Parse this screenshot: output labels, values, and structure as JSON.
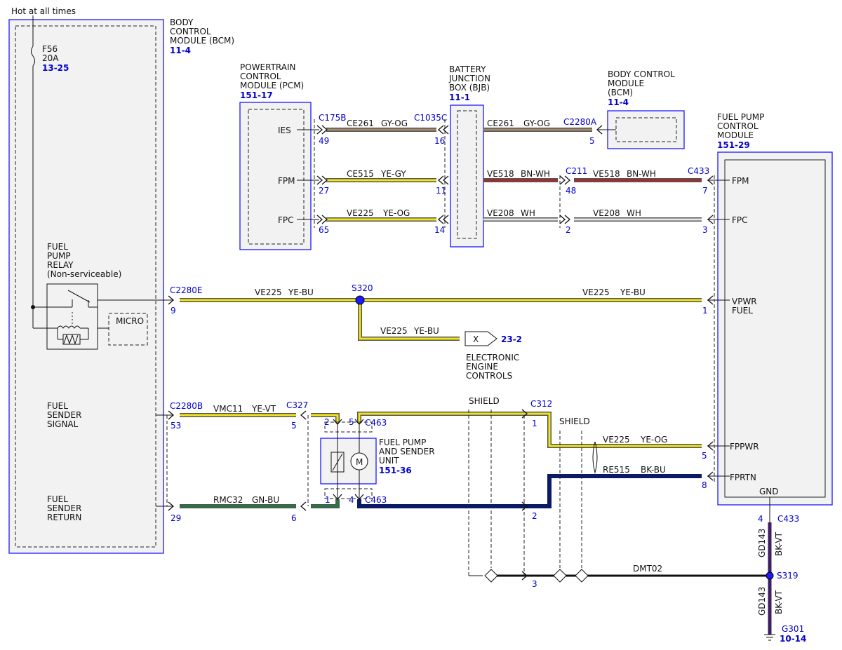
{
  "header": {
    "hot_label": "Hot at all times"
  },
  "modules": {
    "bcm_left": {
      "name_lines": [
        "BODY",
        "CONTROL",
        "MODULE (BCM)"
      ],
      "ref": "11-4"
    },
    "pcm": {
      "name_lines": [
        "POWERTRAIN",
        "CONTROL",
        "MODULE (PCM)"
      ],
      "ref": "151-17",
      "pins": [
        "IES",
        "FPM",
        "FPC"
      ]
    },
    "bjb": {
      "name_lines": [
        "BATTERY",
        "JUNCTION",
        "BOX (BJB)"
      ],
      "ref": "11-1"
    },
    "bcm_right": {
      "name_lines": [
        "BODY CONTROL",
        "MODULE",
        "(BCM)"
      ],
      "ref": "11-4"
    },
    "fpcm": {
      "name_lines": [
        "FUEL PUMP",
        "CONTROL",
        "MODULE"
      ],
      "ref": "151-29",
      "pins": [
        "FPM",
        "FPC",
        "VPWR",
        "FUEL",
        "FPPWR",
        "FPRTN",
        "GND"
      ]
    },
    "fuel_pump": {
      "name_lines": [
        "FUEL PUMP",
        "AND SENDER",
        "UNIT"
      ],
      "ref": "151-36",
      "motor_symbol": "M"
    },
    "ecu": {
      "name_lines": [
        "ELECTRONIC",
        "ENGINE",
        "CONTROLS"
      ],
      "ref": "23-2",
      "symbol": "X"
    }
  },
  "fuse": {
    "name": "F56",
    "rating": "20A",
    "ref": "13-25"
  },
  "relay": {
    "name_lines": [
      "FUEL",
      "PUMP",
      "RELAY",
      "(Non-serviceable)"
    ],
    "micro": "MICRO"
  },
  "bcm_pins": [
    "FUEL",
    "SENDER",
    "SIGNAL",
    "FUEL",
    "SENDER",
    "RETURN"
  ],
  "connectors": {
    "c175b": "C175B",
    "c1035c": "C1035C",
    "c2280a": "C2280A",
    "c211": "C211",
    "c433": "C433",
    "c2280e": "C2280E",
    "c2280b": "C2280B",
    "c327": "C327",
    "c463": "C463",
    "c312": "C312",
    "shield": "SHIELD"
  },
  "pins": {
    "p49": "49",
    "p16": "16",
    "p5a": "5",
    "p27": "27",
    "p11": "11",
    "p48": "48",
    "p7": "7",
    "p65": "65",
    "p14": "14",
    "p2": "2",
    "p3": "3",
    "p9": "9",
    "p1": "1",
    "p53": "53",
    "p5b": "5",
    "p2b": "2",
    "p5c": "5",
    "p1b": "1",
    "p5d": "5",
    "p8": "8",
    "p29": "29",
    "p6": "6",
    "p1c": "1",
    "p4": "4",
    "p2c": "2",
    "p4b": "4",
    "p3b": "3"
  },
  "wires": {
    "ce261_a": [
      "CE261",
      "GY-OG"
    ],
    "ce261_b": [
      "CE261",
      "GY-OG"
    ],
    "ce515": [
      "CE515",
      "YE-GY"
    ],
    "ve518_a": [
      "VE518",
      "BN-WH"
    ],
    "ve518_b": [
      "VE518",
      "BN-WH"
    ],
    "ve225_a": [
      "VE225",
      "YE-OG"
    ],
    "ve208_a": [
      "VE208",
      "WH"
    ],
    "ve208_b": [
      "VE208",
      "WH"
    ],
    "ve225_b": [
      "VE225",
      "YE-BU"
    ],
    "ve225_c": [
      "VE225",
      "YE-BU"
    ],
    "ve225_d": [
      "VE225",
      "YE-BU"
    ],
    "vmc11": [
      "VMC11",
      "YE-VT"
    ],
    "ve225_e": [
      "VE225",
      "YE-OG"
    ],
    "re515": [
      "RE515",
      "BK-BU"
    ],
    "rmc32": [
      "RMC32",
      "GN-BU"
    ],
    "dmt02": "DMT02",
    "gd143_a": [
      "GD143",
      "BK-VT"
    ],
    "gd143_b": [
      "GD143",
      "BK-VT"
    ]
  },
  "splices": {
    "s320": "S320",
    "s319": "S319"
  },
  "ground": {
    "name": "G301",
    "ref": "10-14"
  },
  "colors": {
    "module_border": "#1a1aff",
    "ref_text": "#0000cc",
    "ye": "#f2e51c",
    "gy_og": "#a08c6a",
    "bn_wh": "#a82a2a",
    "wh": "#e6e6e6",
    "gn_bu": "#1f7a3f",
    "bk_bu": "#0b1a66",
    "bk_vt": "#3d1f66"
  }
}
